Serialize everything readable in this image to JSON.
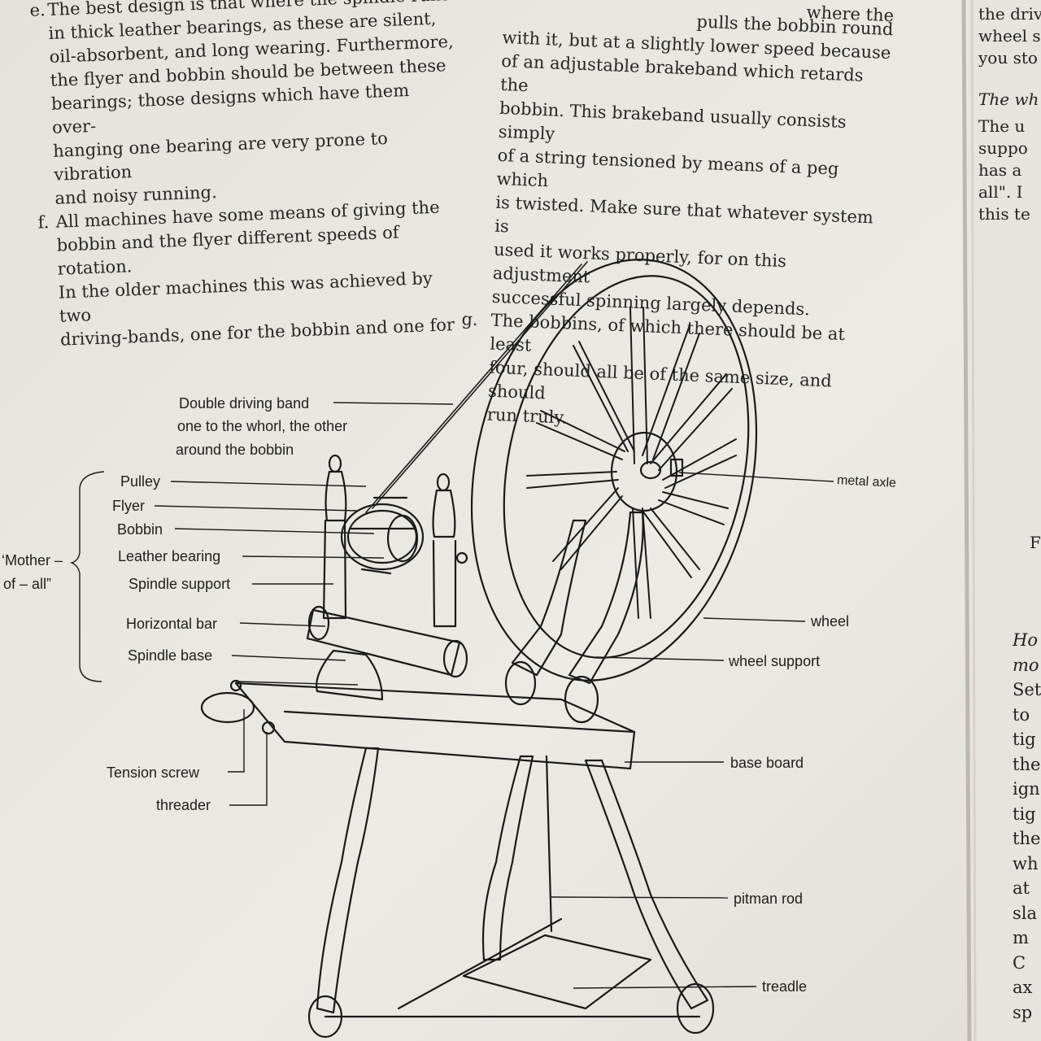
{
  "left_column": {
    "items": [
      {
        "marker": "e.",
        "lines": [
          "The best design is that where the spindle runs",
          "in thick leather bearings, as these are silent,",
          "oil-absorbent, and long wearing. Furthermore,",
          "the flyer and bobbin should be between these",
          "bearings; those designs which have them over-",
          "hanging one bearing are very prone to vibration",
          "and noisy running."
        ]
      },
      {
        "marker": "f.",
        "lines": [
          "All machines have some means of giving the",
          "bobbin and the flyer different speeds of rotation.",
          "In the older machines this was achieved by two",
          "driving-bands, one for the bobbin and one for"
        ]
      }
    ]
  },
  "middle_column": {
    "top_lines": [
      "where the",
      "pulls the bobbin round",
      "with it, but at a slightly lower speed because",
      "of an adjustable brakeband which retards the",
      "bobbin. This brakeband usually consists simply",
      "of a string tensioned by means of a peg which",
      "is twisted. Make sure that whatever system is",
      "used it works properly, for on this adjustment",
      "successful spinning largely depends."
    ],
    "item_g": {
      "marker": "g.",
      "lines": [
        "The bobbins, of which there should be at least",
        "four, should all be of the same size, and should",
        "run truly."
      ]
    }
  },
  "right_edge_top": [
    "the driv",
    "wheel s",
    "you sto",
    "The wh",
    "The u",
    "suppo",
    "has a",
    "all\". I",
    "this te"
  ],
  "right_edge_fig": "F",
  "right_edge_bottom": [
    "Ho",
    "mo",
    "Set",
    "to",
    "tig",
    "the",
    "ign",
    "tig",
    "the",
    "wh",
    "at",
    "sla",
    "m",
    "C",
    "ax",
    "sp"
  ],
  "diagram_labels": {
    "double_driving_band": [
      "Double driving band",
      "one to the whorl, the other",
      "around the bobbin"
    ],
    "pulley": "Pulley",
    "flyer": "Flyer",
    "bobbin": "Bobbin",
    "leather_bearing": "Leather bearing",
    "spindle_support": "Spindle support",
    "horizontal_bar": "Horizontal bar",
    "spindle_base": "Spindle base",
    "mother_of_all": [
      "‘Mother –",
      "of – all”"
    ],
    "tension_screw": "Tension screw",
    "threader": "threader",
    "metal_axle": "metal axle",
    "wheel": "wheel",
    "wheel_support": "wheel support",
    "base_board": "base board",
    "pitman_rod": "pitman rod",
    "treadle": "treadle"
  },
  "colors": {
    "paper": "#e8e6e1",
    "ink": "#262626",
    "line": "#1a1a1a",
    "page_edge": "#cfcbc2"
  }
}
